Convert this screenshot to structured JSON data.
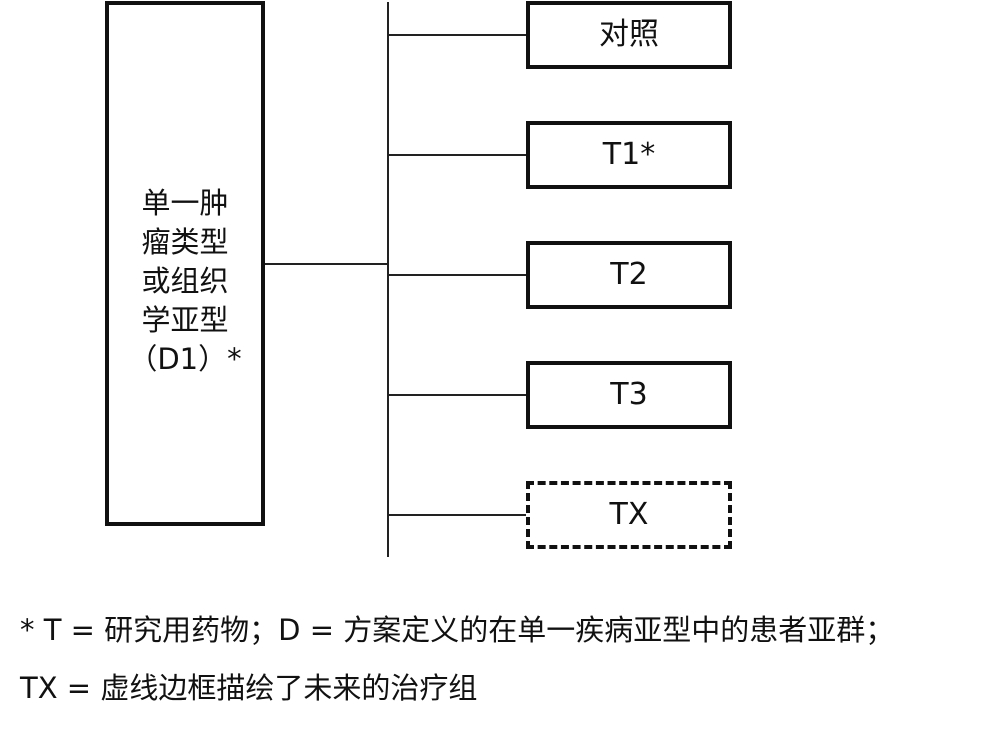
{
  "diagram": {
    "main_label_lines": [
      "单一肿",
      "瘤类型",
      "或组织",
      "学亚型",
      "（D1）*"
    ],
    "arms": [
      {
        "label": "对照",
        "style": "solid"
      },
      {
        "label": "T1*",
        "style": "solid"
      },
      {
        "label": "T2",
        "style": "solid"
      },
      {
        "label": "T3",
        "style": "solid"
      },
      {
        "label": "TX",
        "style": "dashed"
      }
    ]
  },
  "footnotes": {
    "line1": "* T = 研究用药物；D = 方案定义的在单一疾病亚型中的患者亚群；",
    "line2": "TX = 虚线边框描绘了未来的治疗组"
  }
}
